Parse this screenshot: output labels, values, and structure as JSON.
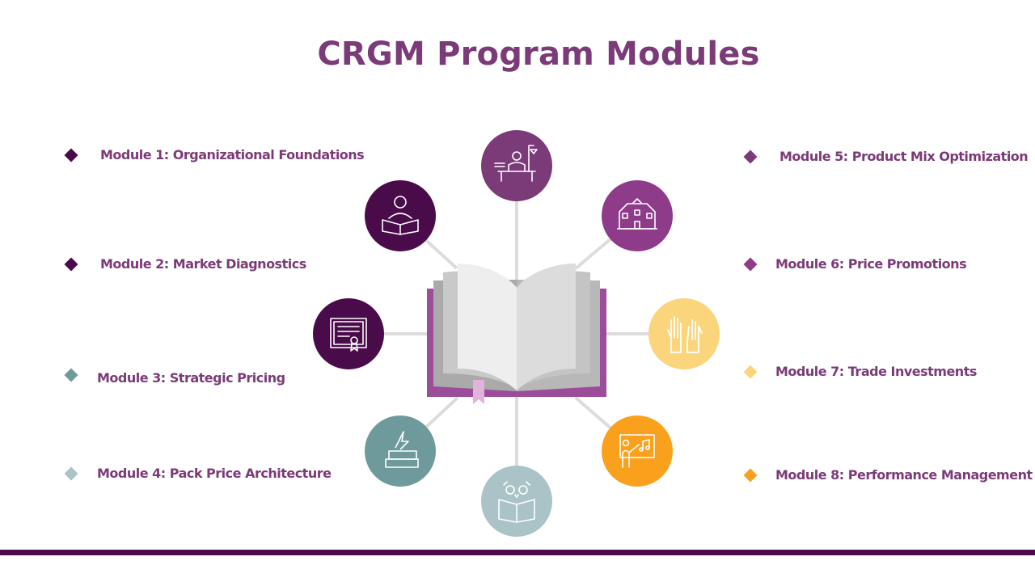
{
  "slide": {
    "title": "CRGM Program Modules",
    "bottom_bar_color": "#4a0b4a"
  },
  "modules": [
    {
      "label": "Module 1: Organizational Foundations",
      "color": "#4a0b4a"
    },
    {
      "label": "Module 2: Market Diagnostics",
      "color": "#4a0b4a"
    },
    {
      "label": "Module 3: Strategic Pricing",
      "color": "#6f9a9c"
    },
    {
      "label": "Module 4: Pack Price Architecture",
      "color": "#a9c3c6"
    },
    {
      "label": "Module 5: Product Mix Optimization",
      "color": "#7b3a78"
    },
    {
      "label": "Module 6: Price Promotions",
      "color": "#8e3c8a"
    },
    {
      "label": "Module 7: Trade Investments",
      "color": "#fbd57c"
    },
    {
      "label": "Module 8: Performance Management",
      "color": "#f9a11c"
    }
  ],
  "icons": [
    {
      "name": "student-desk-icon",
      "color": "#7b3a78"
    },
    {
      "name": "school-building-icon",
      "color": "#8e3c8a"
    },
    {
      "name": "raised-hands-icon",
      "color": "#fbd57c"
    },
    {
      "name": "teacher-board-icon",
      "color": "#f9a11c"
    },
    {
      "name": "owl-book-icon",
      "color": "#a9c3c6"
    },
    {
      "name": "stacked-books-icon",
      "color": "#6f9a9c"
    },
    {
      "name": "certificate-icon",
      "color": "#4a0b4a"
    },
    {
      "name": "person-reading-icon",
      "color": "#4a0b4a"
    }
  ],
  "book": {
    "name": "open-book-icon",
    "cover_color": "#9c4d9a",
    "ribbon_color": "#e0b2dc"
  }
}
